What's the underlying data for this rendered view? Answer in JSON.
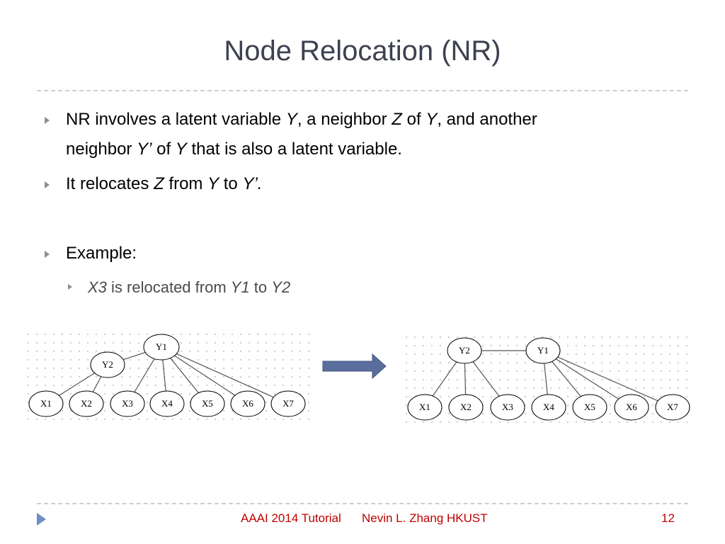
{
  "title": "Node Relocation (NR)",
  "bullets": [
    {
      "line1": {
        "a": "NR involves a latent variable ",
        "y": "Y",
        "b": ", a neighbor ",
        "z": "Z",
        "c": " of ",
        "y2": "Y",
        "d": ", and another"
      },
      "line2": {
        "a": "neighbor ",
        "yp": "Y’",
        "b": " of ",
        "y": "Y",
        "c": " that is also a latent variable."
      }
    },
    {
      "a": "It relocates ",
      "z": "Z",
      "b": " from ",
      "y": "Y",
      "c": " to ",
      "yp": "Y’."
    },
    {
      "a": "Example:"
    }
  ],
  "sub_bullet": {
    "x3": "X3",
    "a": " is relocated from ",
    "y1": "Y1",
    "b": " to ",
    "y2": "Y2"
  },
  "diagram_before": {
    "nodes": [
      "Y1",
      "Y2",
      "X1",
      "X2",
      "X3",
      "X4",
      "X5",
      "X6",
      "X7"
    ]
  },
  "diagram_after": {
    "nodes": [
      "Y2",
      "Y1",
      "X1",
      "X2",
      "X3",
      "X4",
      "X5",
      "X6",
      "X7"
    ]
  },
  "colors": {
    "title": "#3d4150",
    "footer": "#c00000",
    "arrow": "#5a6e9e",
    "accent": "#6b8fc7"
  },
  "footer": {
    "conference": "AAAI 2014 Tutorial",
    "author": "Nevin L. Zhang  HKUST",
    "page": "12"
  }
}
